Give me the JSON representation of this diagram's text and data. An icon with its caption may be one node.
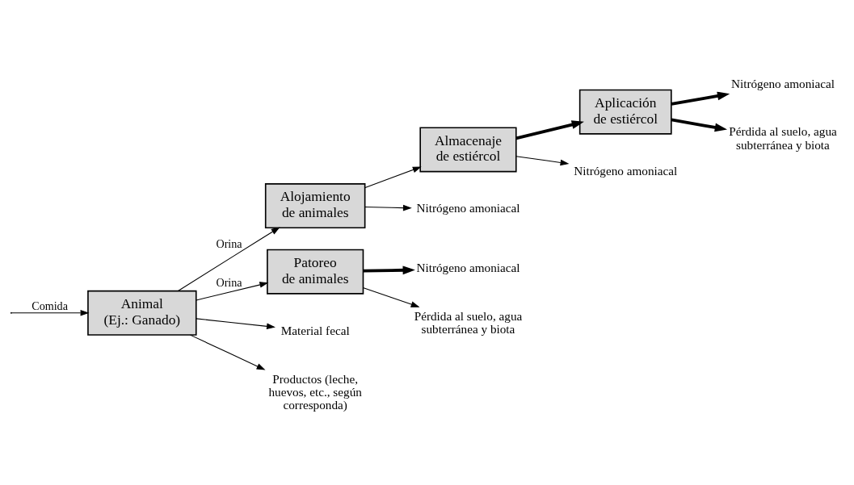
{
  "diagram": {
    "nodes": [
      {
        "text": [
          "Animal (Ej.: Ganado)"
        ]
      },
      {
        "text": [
          "Alojamiento de animales"
        ]
      },
      {
        "text": [
          "Almacenaje de estiércol"
        ]
      },
      {
        "text": [
          "Aplicación de estiércol"
        ]
      },
      {
        "text": [
          "Patoreo de animales"
        ]
      },
      {
        "text": [
          "Nitrógeno amoniacal"
        ]
      },
      {
        "text": [
          "Nitrógeno amoniacal"
        ]
      },
      {
        "text": [
          "Nitrógeno amoniacal"
        ]
      },
      {
        "text": [
          "Pérdida al suelo, agua subterránea y biota"
        ]
      },
      {
        "text": [
          "Nitrógeno amoniacal"
        ]
      },
      {
        "text": [
          "Material fecal"
        ]
      },
      {
        "text": [
          "Productos (leche, huevos, etc., según corresponda)"
        ]
      },
      {
        "text": [
          "Pérdida al suelo, agua subterránea y biota"
        ]
      }
    ],
    "edges": [
      {
        "from": null,
        "to": 0,
        "arrow": "to",
        "label": "Comida"
      },
      {
        "from": 0,
        "to": 1,
        "arrow": "to",
        "label": "Orina"
      },
      {
        "from": 1,
        "to": 2,
        "arrow": "to"
      },
      {
        "from": 2,
        "to": 3,
        "arrow": "to",
        "style": "thick"
      },
      {
        "from": 0,
        "to": 4,
        "arrow": "to",
        "label": "Orina"
      },
      {
        "from": 1,
        "to": 5,
        "arrow": "to"
      },
      {
        "from": 2,
        "to": 6,
        "arrow": "to"
      },
      {
        "from": 3,
        "to": 7,
        "arrow": "to",
        "style": "thick"
      },
      {
        "from": 3,
        "to": 8,
        "arrow": "to",
        "style": "thick"
      },
      {
        "from": 4,
        "to": 9,
        "arrow": "to",
        "style": "thick"
      },
      {
        "from": 4,
        "to": 12,
        "arrow": "to"
      },
      {
        "from": 0,
        "to": 10,
        "arrow": "to"
      },
      {
        "from": 0,
        "to": 11,
        "arrow": "to"
      }
    ]
  }
}
